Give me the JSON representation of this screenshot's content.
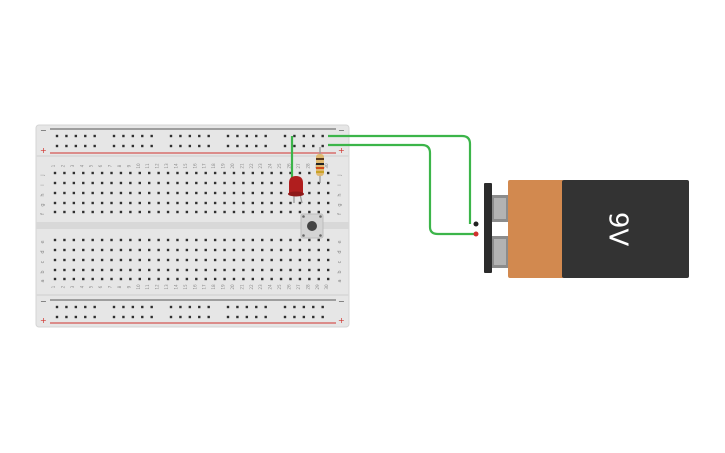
{
  "breadboard": {
    "columns": 30,
    "top_row_labels": [
      "j",
      "i",
      "h",
      "g",
      "f"
    ],
    "bottom_row_labels": [
      "e",
      "d",
      "c",
      "b",
      "a"
    ],
    "rail_minus": "−",
    "rail_plus": "+",
    "colors": {
      "body": "#e6e6e6",
      "hole": "#2f2f2f",
      "rail_red": "#d0312d",
      "rail_dark": "#555555"
    }
  },
  "battery": {
    "label": "9V",
    "colors": {
      "body": "#333333",
      "band": "#d2894f",
      "clip": "#2b2b2b"
    }
  },
  "components": {
    "led": {
      "color": "#b01e1e"
    },
    "resistor": {
      "color": "#e0b970"
    },
    "pushbutton": {
      "color": "#444444"
    }
  },
  "wires": {
    "color": "#3cb54a"
  }
}
